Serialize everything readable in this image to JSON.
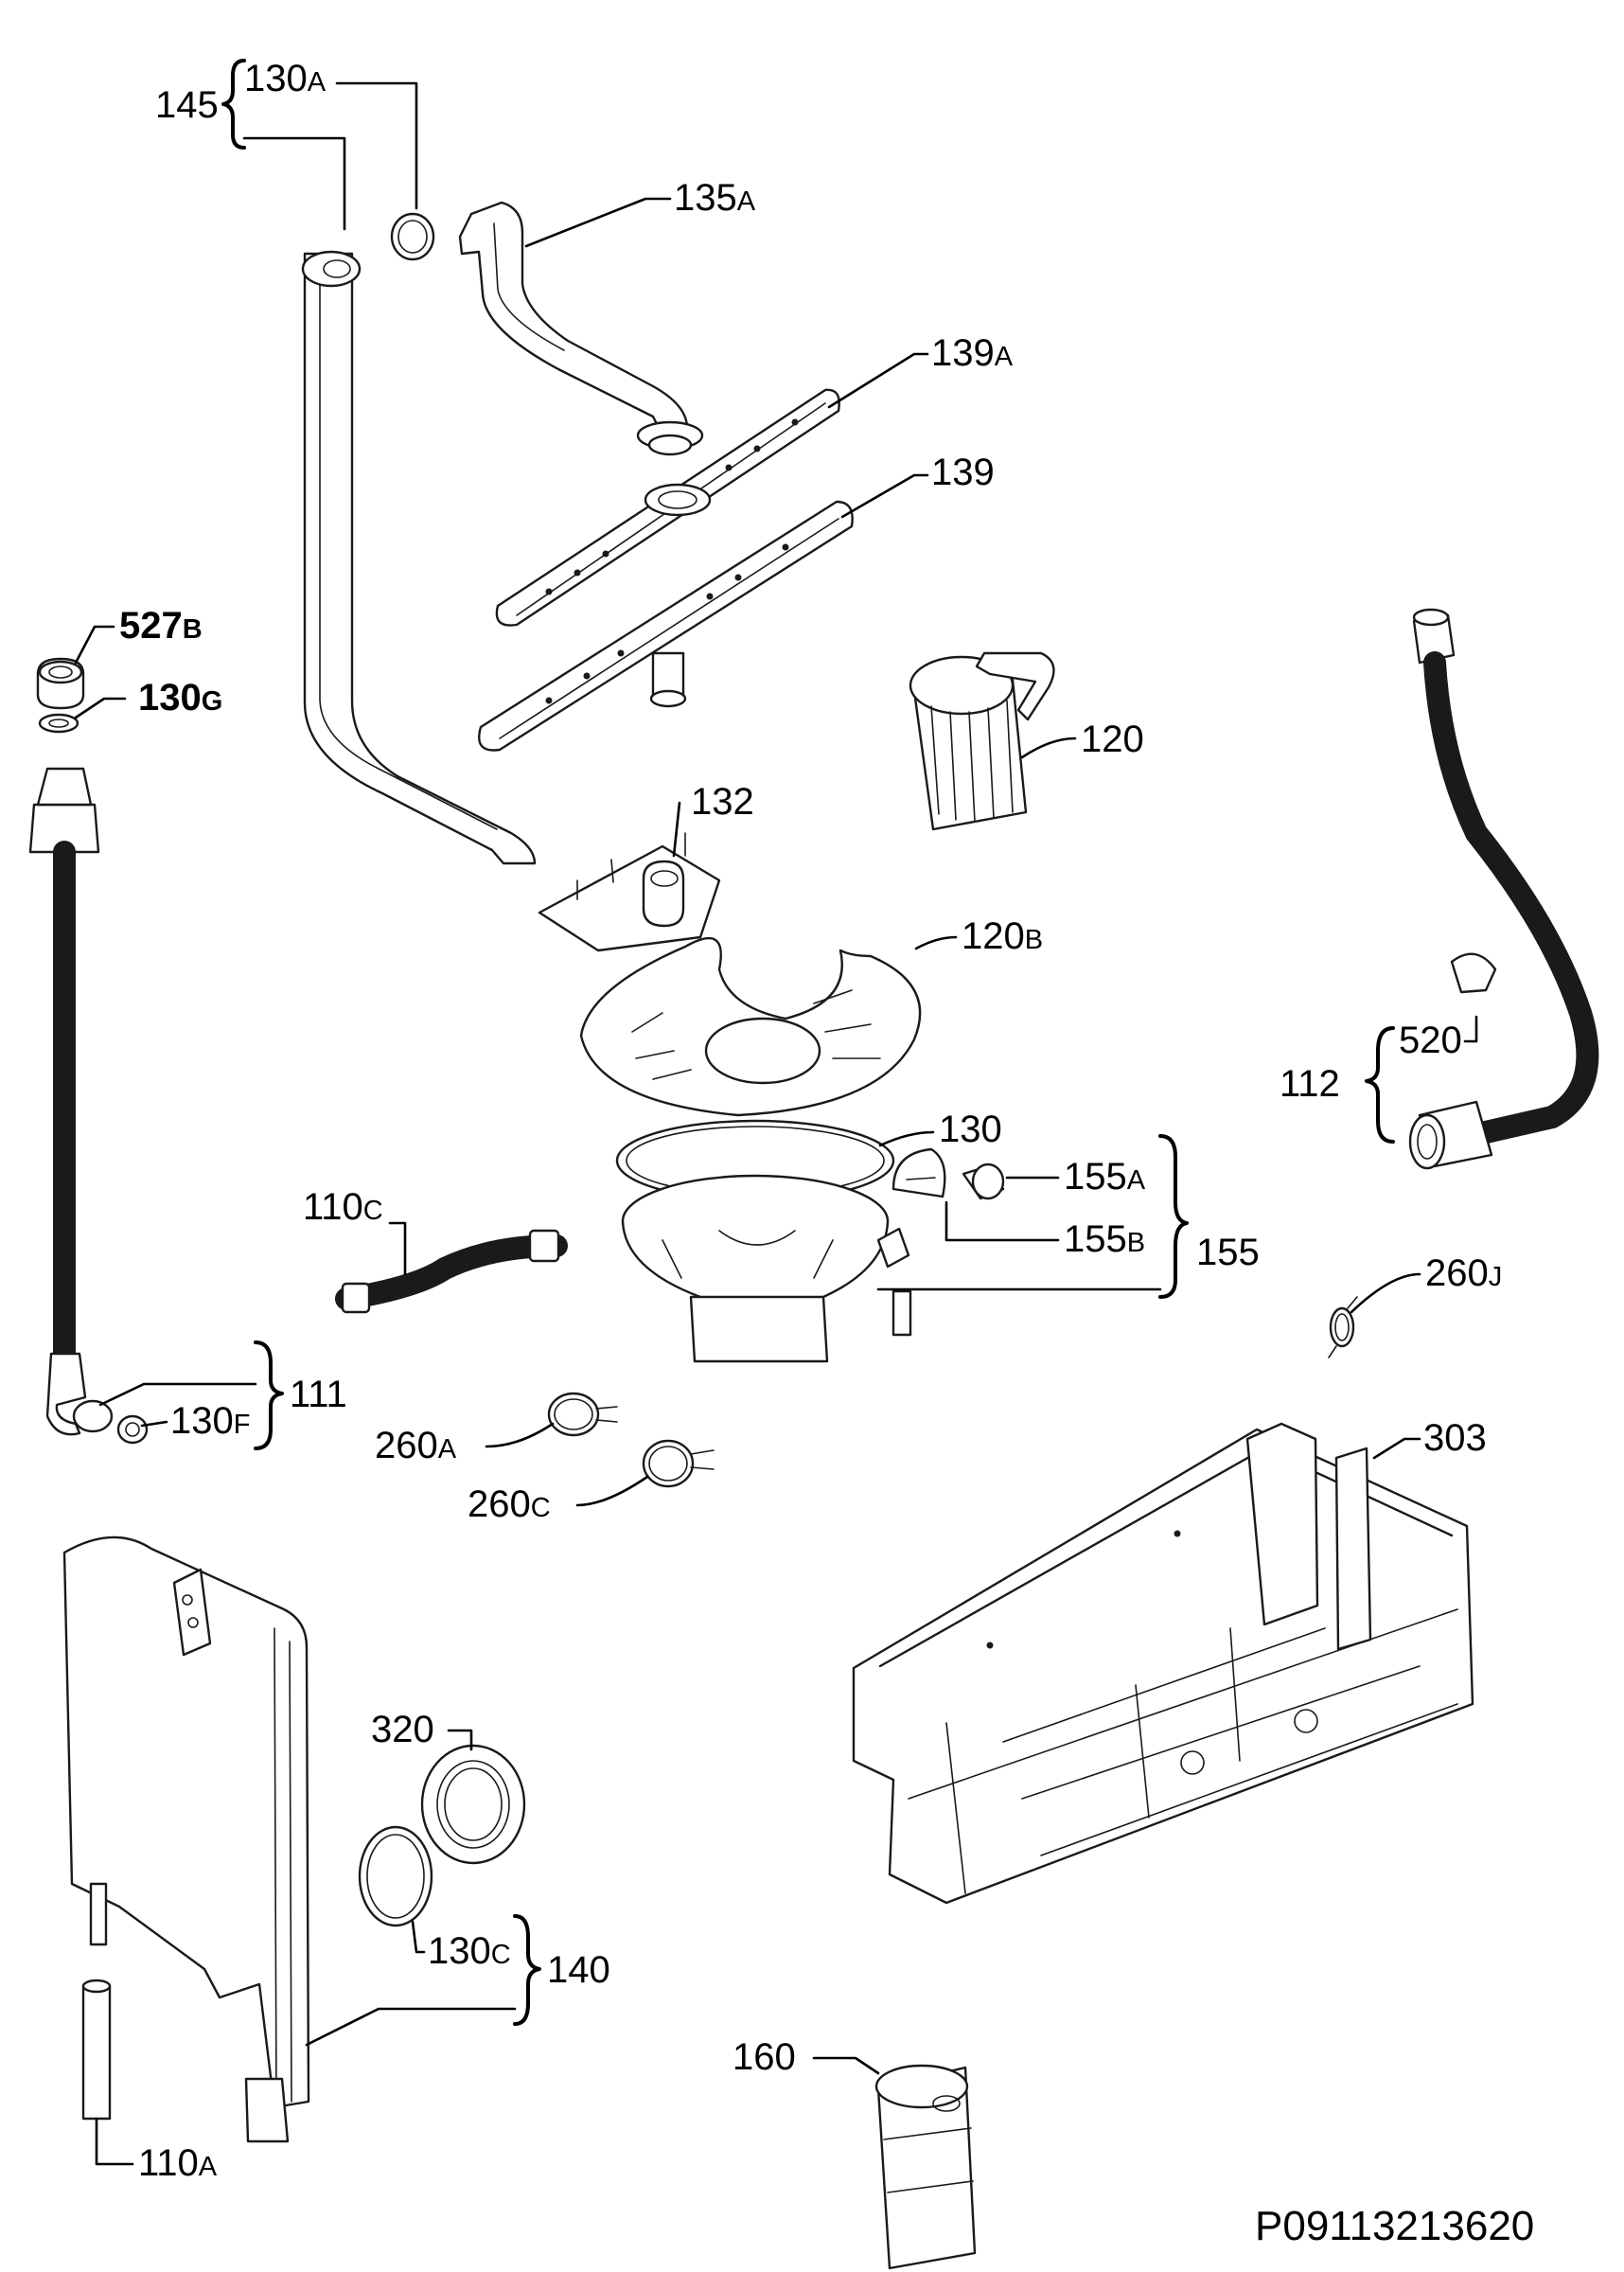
{
  "labels": {
    "l145": "145",
    "l130a": {
      "num": "130",
      "sfx": "A"
    },
    "l135a": {
      "num": "135",
      "sfx": "A"
    },
    "l139a": {
      "num": "139",
      "sfx": "A"
    },
    "l139": "139",
    "l527b": {
      "num": "527",
      "sfx": "B"
    },
    "l130g": {
      "num": "130",
      "sfx": "G"
    },
    "l120": "120",
    "l132": "132",
    "l120b": {
      "num": "120",
      "sfx": "B"
    },
    "l520": "520",
    "l112": "112",
    "l130": "130",
    "l155a": {
      "num": "155",
      "sfx": "A"
    },
    "l155b": {
      "num": "155",
      "sfx": "B"
    },
    "l155": "155",
    "l110c": {
      "num": "110",
      "sfx": "C"
    },
    "l260j": {
      "num": "260",
      "sfx": "J"
    },
    "l111": "111",
    "l130f": {
      "num": "130",
      "sfx": "F"
    },
    "l260a": {
      "num": "260",
      "sfx": "A"
    },
    "l260c": {
      "num": "260",
      "sfx": "C"
    },
    "l303": "303",
    "l320": "320",
    "l130c": {
      "num": "130",
      "sfx": "C"
    },
    "l140": "140",
    "l160": "160",
    "l110a": {
      "num": "110",
      "sfx": "A"
    }
  },
  "diagram_code": "P09113213620"
}
